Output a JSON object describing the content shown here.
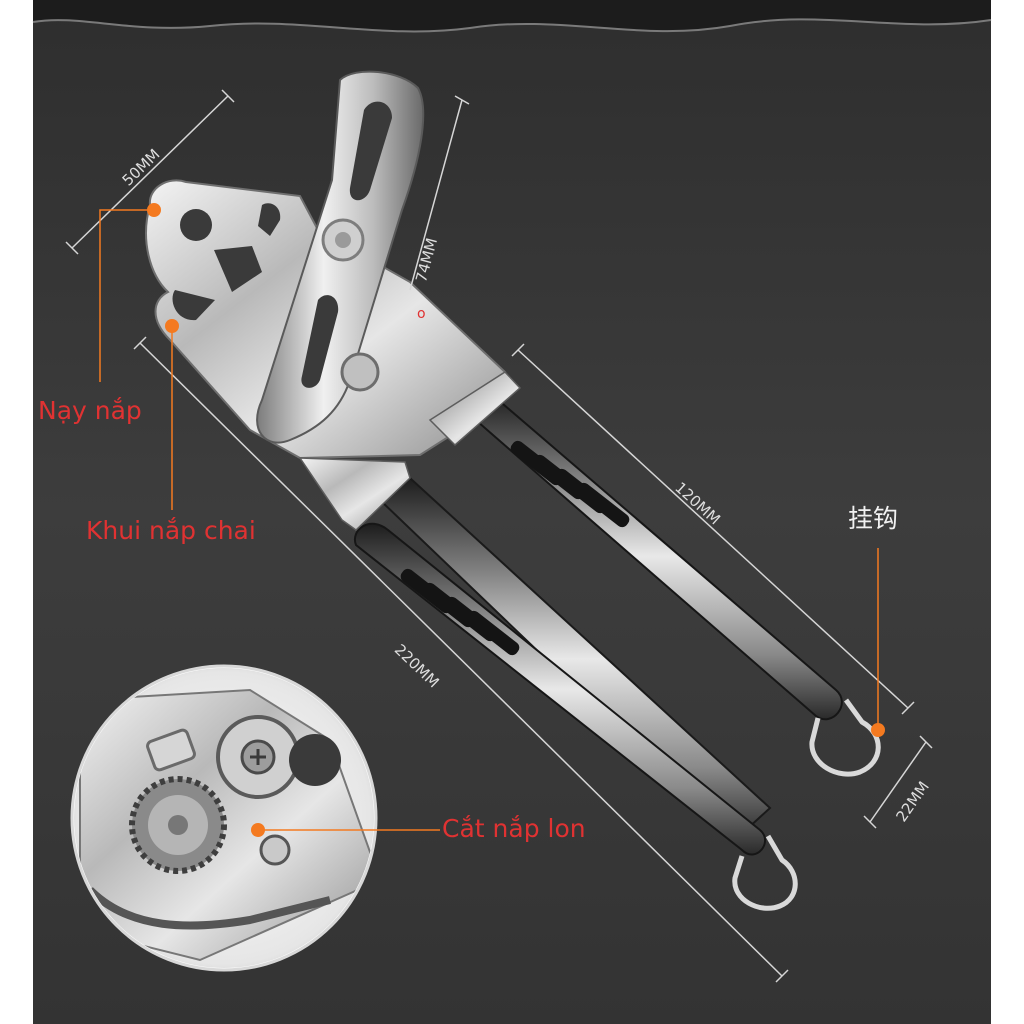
{
  "labels": {
    "lid_pry": "Nạy nắp",
    "bottle_opener": "Khui nắp chai",
    "hook": "挂钩",
    "can_cutter": "Cắt nắp lon"
  },
  "dimensions": {
    "head_width": "50MM",
    "head_height": "74MM",
    "handle_length": "120MM",
    "total_length": "220MM",
    "hook_width": "22MM"
  },
  "colors": {
    "background": "#3a3a3a",
    "label_red": "#e03232",
    "marker_orange": "#f47a20"
  }
}
